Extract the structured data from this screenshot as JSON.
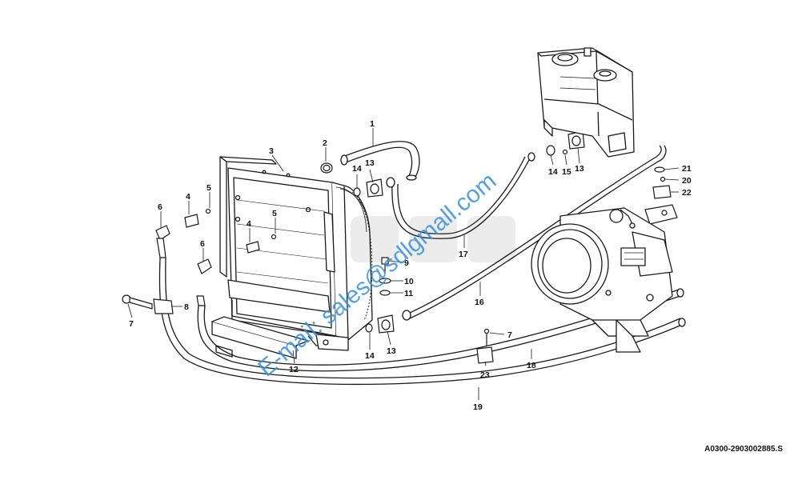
{
  "diagram": {
    "drawing_reference": "A0300-2903002885.S",
    "watermark_text": "E-mail: sales@sdlgmall.com",
    "callouts": [
      "1",
      "2",
      "3",
      "4",
      "5",
      "6",
      "4",
      "5",
      "6",
      "7",
      "8",
      "12",
      "14",
      "13",
      "14",
      "13",
      "9",
      "10",
      "11",
      "17",
      "16",
      "14",
      "15",
      "13",
      "21",
      "20",
      "22",
      "7",
      "23",
      "18",
      "19"
    ]
  },
  "colors": {
    "line": "#1a1a1a",
    "watermark": "#3a8fd6",
    "logo_gray": "#e6e6e6",
    "logo_red": "#f3c9c9"
  }
}
